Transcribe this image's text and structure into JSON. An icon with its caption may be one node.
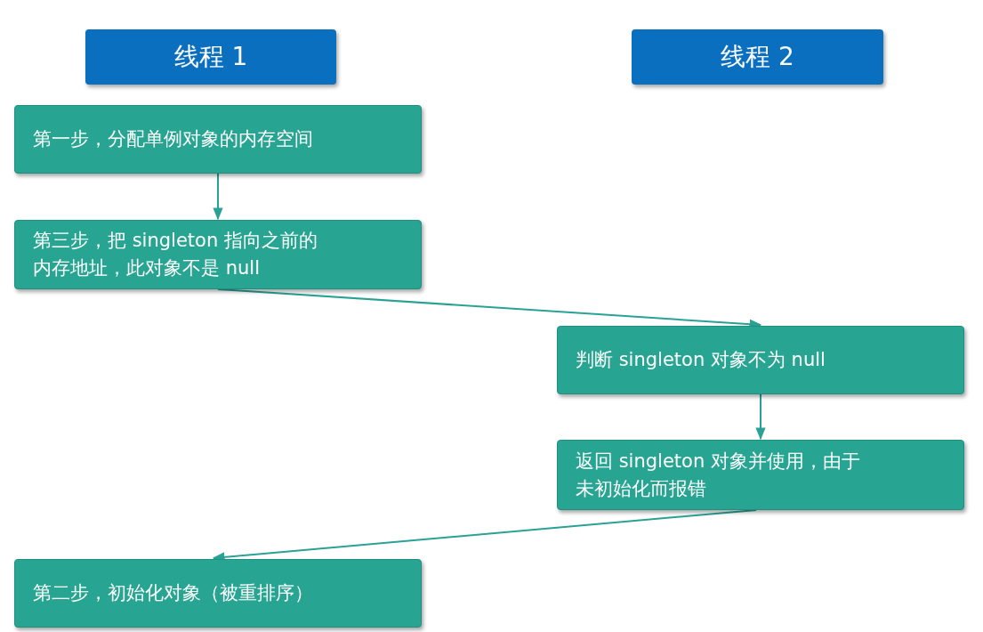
{
  "diagram": {
    "nodes": [
      {
        "text": [
          "线程 1"
        ]
      },
      {
        "text": [
          "线程 2"
        ]
      },
      {
        "text": [
          "第一步，分配单例对象的内存空间"
        ]
      },
      {
        "text": [
          "第三步，把 singleton 指向之前的内存地址，此对象不是 null"
        ]
      },
      {
        "text": [
          "判断 singleton 对象不为 null"
        ]
      },
      {
        "text": [
          "返回 singleton 对象并使用，由于未初始化而报错"
        ]
      },
      {
        "text": [
          "第二步，初始化对象（被重排序）"
        ]
      }
    ],
    "edges": [
      {
        "from": 2,
        "to": 3,
        "arrow": "to"
      },
      {
        "from": 3,
        "to": 4,
        "arrow": "to"
      },
      {
        "from": 4,
        "to": 5,
        "arrow": "to"
      },
      {
        "from": 5,
        "to": 6,
        "arrow": "to"
      }
    ]
  }
}
